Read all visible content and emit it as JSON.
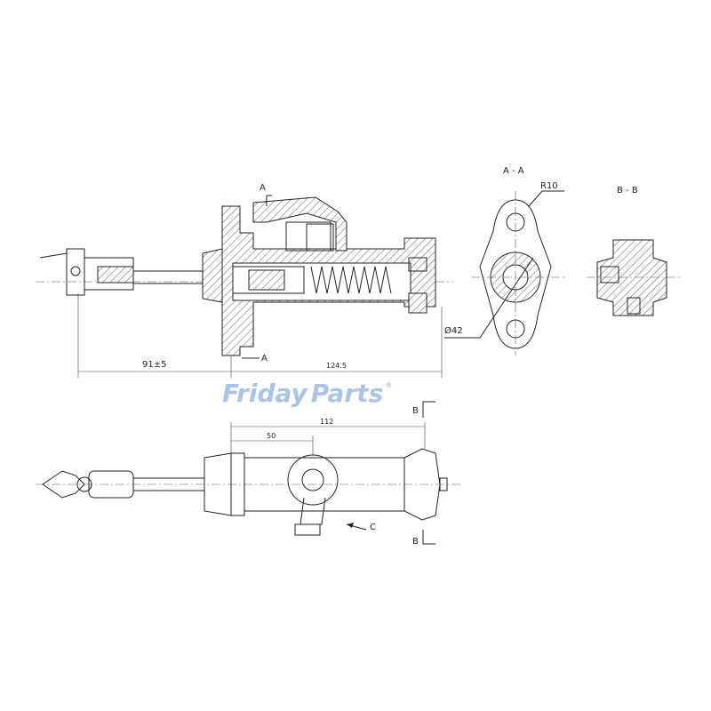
{
  "labels": {
    "section_mark_a_top": "A",
    "section_mark_a_bottom": "A",
    "dim_rod": "91±5",
    "dim_body": "124.5",
    "section_aa_title": "A - A",
    "radius": "R10",
    "diameter": "Ø42",
    "section_bb_title": "B - B",
    "dim_length": "112",
    "dim_port": "50",
    "section_mark_b_top": "B",
    "section_mark_b_bottom": "B",
    "view_c": "C"
  },
  "watermark": {
    "part1": "Friday",
    "part2": "Parts",
    "registered": "®",
    "colors": {
      "text": "#a9c4e4",
      "accent": "#f5c77e"
    }
  }
}
